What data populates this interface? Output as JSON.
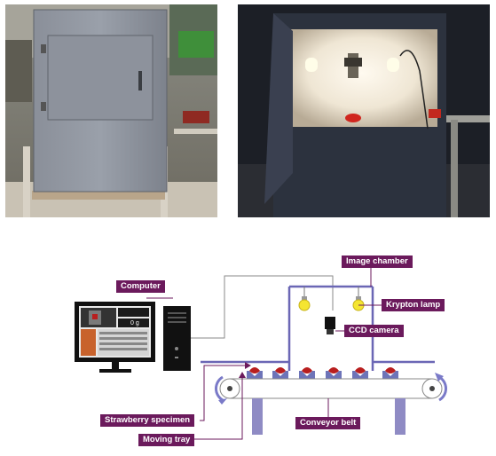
{
  "labels": {
    "image_chamber": "Image chamber",
    "computer": "Computer",
    "krypton_lamp": "Krypton lamp",
    "ccd_camera": "CCD camera",
    "strawberry_specimen": "Strawberry specimen",
    "conveyor_belt": "Conveyor belt",
    "moving_tray": "Moving tray"
  },
  "monitor_screen": {
    "readout": "0 g"
  },
  "colors": {
    "label_bg": "#6b1a5c",
    "chamber_frame": "#6b67b5",
    "belt_support": "#8f8bc4",
    "tray": "#6d74b8",
    "strawberry": "#b81e1e",
    "lamp_bulb": "#f5e531"
  }
}
